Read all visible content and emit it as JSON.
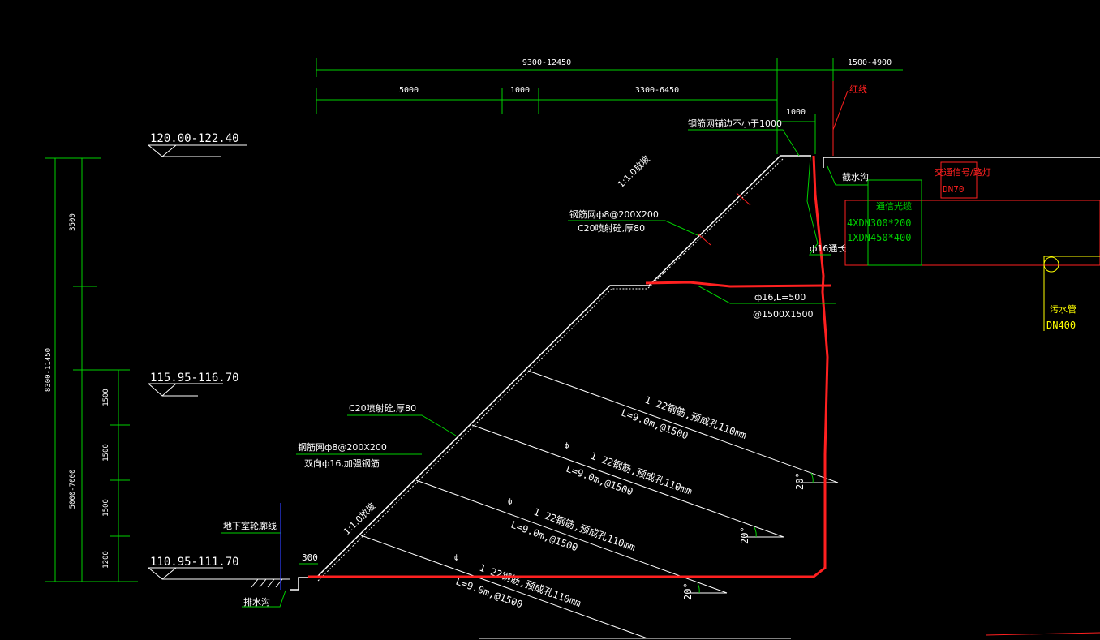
{
  "dims": {
    "top_total": "9300-12450",
    "top_right": "1500-4900",
    "sub_5000": "5000",
    "sub_1000": "1000",
    "sub_3300": "3300-6450",
    "small_1000": "1000",
    "left_total": "8300-11450",
    "left_upper": "3500",
    "left_lower": "5000-7000",
    "seg_a": "1500",
    "seg_b": "1500",
    "seg_c": "1500",
    "seg_d": "1200",
    "w300": "300"
  },
  "elevations": {
    "top": "120.00-122.40",
    "mid": "115.95-116.70",
    "bot": "110.95-111.70"
  },
  "labels": {
    "red_line": "红线",
    "mesh_anchor": "钢筋网锚边不小于1000",
    "slope_upper": "1:1.0放坡",
    "mesh_upper_1": "钢筋网ф8@200X200",
    "mesh_upper_2": "C20喷射砼,厚80",
    "drain_ditch_top": "截水沟",
    "bar_phi16": "ф16通长",
    "nail_1": "ф16,L=500",
    "nail_2": "@1500X1500",
    "c20_lower": "C20喷射砼,厚80",
    "mesh_lower_1": "钢筋网ф8@200X200",
    "mesh_lower_2": "双向ф16,加强钢筋",
    "basement_line": "地下室轮廓线",
    "slope_lower": "1:1.0放坡",
    "drain_ditch_bot": "排水沟",
    "anchor_text": "1 22钢筋,预成孔110mm",
    "anchor_spacing": "L=9.0m,@1500",
    "angle": "20°",
    "phi": "ф"
  },
  "utilities": {
    "traffic": "交通信号/路灯",
    "traffic_dn": "DN70",
    "telecom": "通信光缆",
    "telecom_1": "4XDN300*200",
    "telecom_2": "1XDN450*400",
    "sewer": "污水管",
    "sewer_dn": "DN400"
  },
  "colors": {
    "green": "#00d000",
    "white": "#ffffff",
    "red": "#ff2020",
    "yellow": "#ffff00",
    "blue": "#3040ff"
  }
}
